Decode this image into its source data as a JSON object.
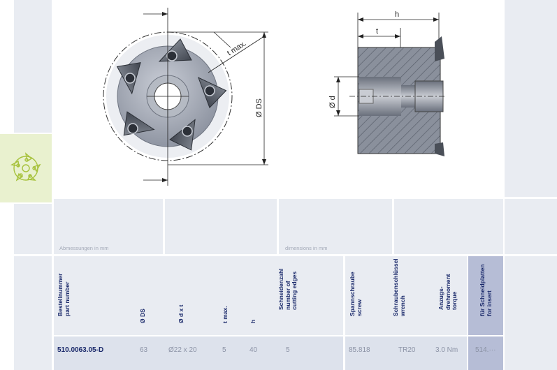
{
  "dimensions_label_de": "Abmessungen in mm",
  "dimensions_label_en": "dimensions in mm",
  "drawing_labels": {
    "t_max": "t max.",
    "ds": "Ø DS",
    "h": "h",
    "t": "t",
    "d": "Ø d"
  },
  "table": {
    "headers": [
      {
        "de": "Bestellnummer",
        "en": "part number"
      },
      {
        "de": "Ø DS",
        "en": ""
      },
      {
        "de": "Ø d x t",
        "en": ""
      },
      {
        "de": "t max.",
        "en": ""
      },
      {
        "de": "h",
        "en": ""
      },
      {
        "de": "Schneidenzahl",
        "en": "number of\ncutting edges"
      },
      {
        "de": "Spannschraube",
        "en": "screw"
      },
      {
        "de": "Schraubenschlüssel",
        "en": "wrench"
      },
      {
        "de": "Anzugs-\ndrehmoment",
        "en": "torque"
      },
      {
        "de": "für Schneidplatten",
        "en": "for insert"
      }
    ],
    "row": {
      "part_number": "510.0063.05-D",
      "ds": "63",
      "d_x_t": "Ø22 x 20",
      "t_max": "5",
      "h": "40",
      "edges": "5",
      "screw": "85.818",
      "wrench": "TR20",
      "torque": "3.0 Nm",
      "insert": "514.···"
    }
  },
  "colors": {
    "header_text": "#1b2a6b",
    "panel": "#e9ecf2",
    "tab_green": "#e9f1cf",
    "highlight": "#b6bdd6"
  }
}
